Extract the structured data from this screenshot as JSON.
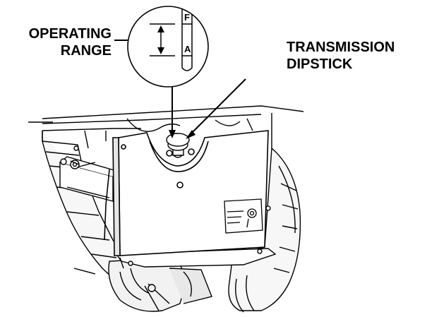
{
  "labels": {
    "operating_range": {
      "line1": "OPERATING",
      "line2": "RANGE"
    },
    "transmission_dipstick": {
      "line1": "TRANSMISSION",
      "line2": "DIPSTICK"
    }
  },
  "dipstick_marks": {
    "full": "F",
    "add": "A"
  }
}
